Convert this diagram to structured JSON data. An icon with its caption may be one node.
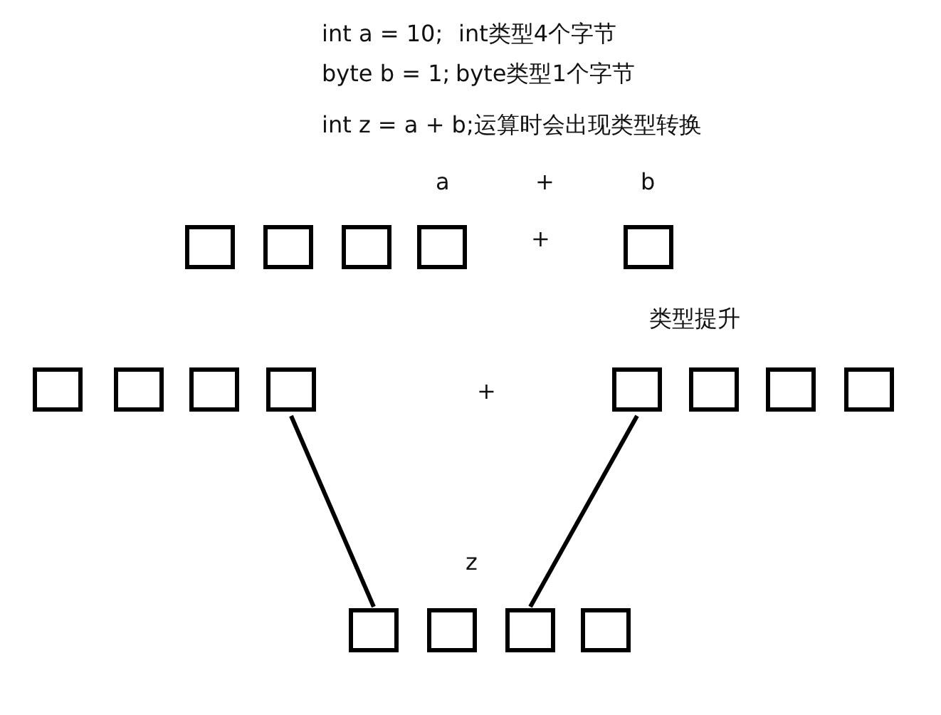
{
  "diagram": {
    "nodes": [
      {
        "text": [],
        "shape": "box"
      },
      {
        "text": [],
        "shape": "box"
      },
      {
        "text": [],
        "shape": "box"
      },
      {
        "text": [],
        "shape": "box"
      },
      {
        "text": [],
        "shape": "box"
      },
      {
        "text": [],
        "shape": "box"
      },
      {
        "text": [],
        "shape": "box"
      },
      {
        "text": [],
        "shape": "box"
      },
      {
        "text": [],
        "shape": "box"
      },
      {
        "text": [],
        "shape": "box"
      },
      {
        "text": [],
        "shape": "box"
      },
      {
        "text": [],
        "shape": "box"
      },
      {
        "text": [],
        "shape": "box"
      },
      {
        "text": [],
        "shape": "box"
      },
      {
        "text": [],
        "shape": "box"
      },
      {
        "text": [],
        "shape": "box"
      },
      {
        "text": [],
        "shape": "box"
      }
    ],
    "edges": [
      {
        "from": 8,
        "to": 13,
        "arrow": "none"
      },
      {
        "from": 9,
        "to": 15,
        "arrow": "none"
      }
    ],
    "labels": [
      "int a = 10;",
      "int类型4个字节",
      "byte b = 1;",
      "byte类型1个字节",
      "int z = a + b;运算时会出现类型转换",
      "a",
      "+",
      "b",
      "+",
      "类型提升",
      "+",
      "z"
    ]
  }
}
